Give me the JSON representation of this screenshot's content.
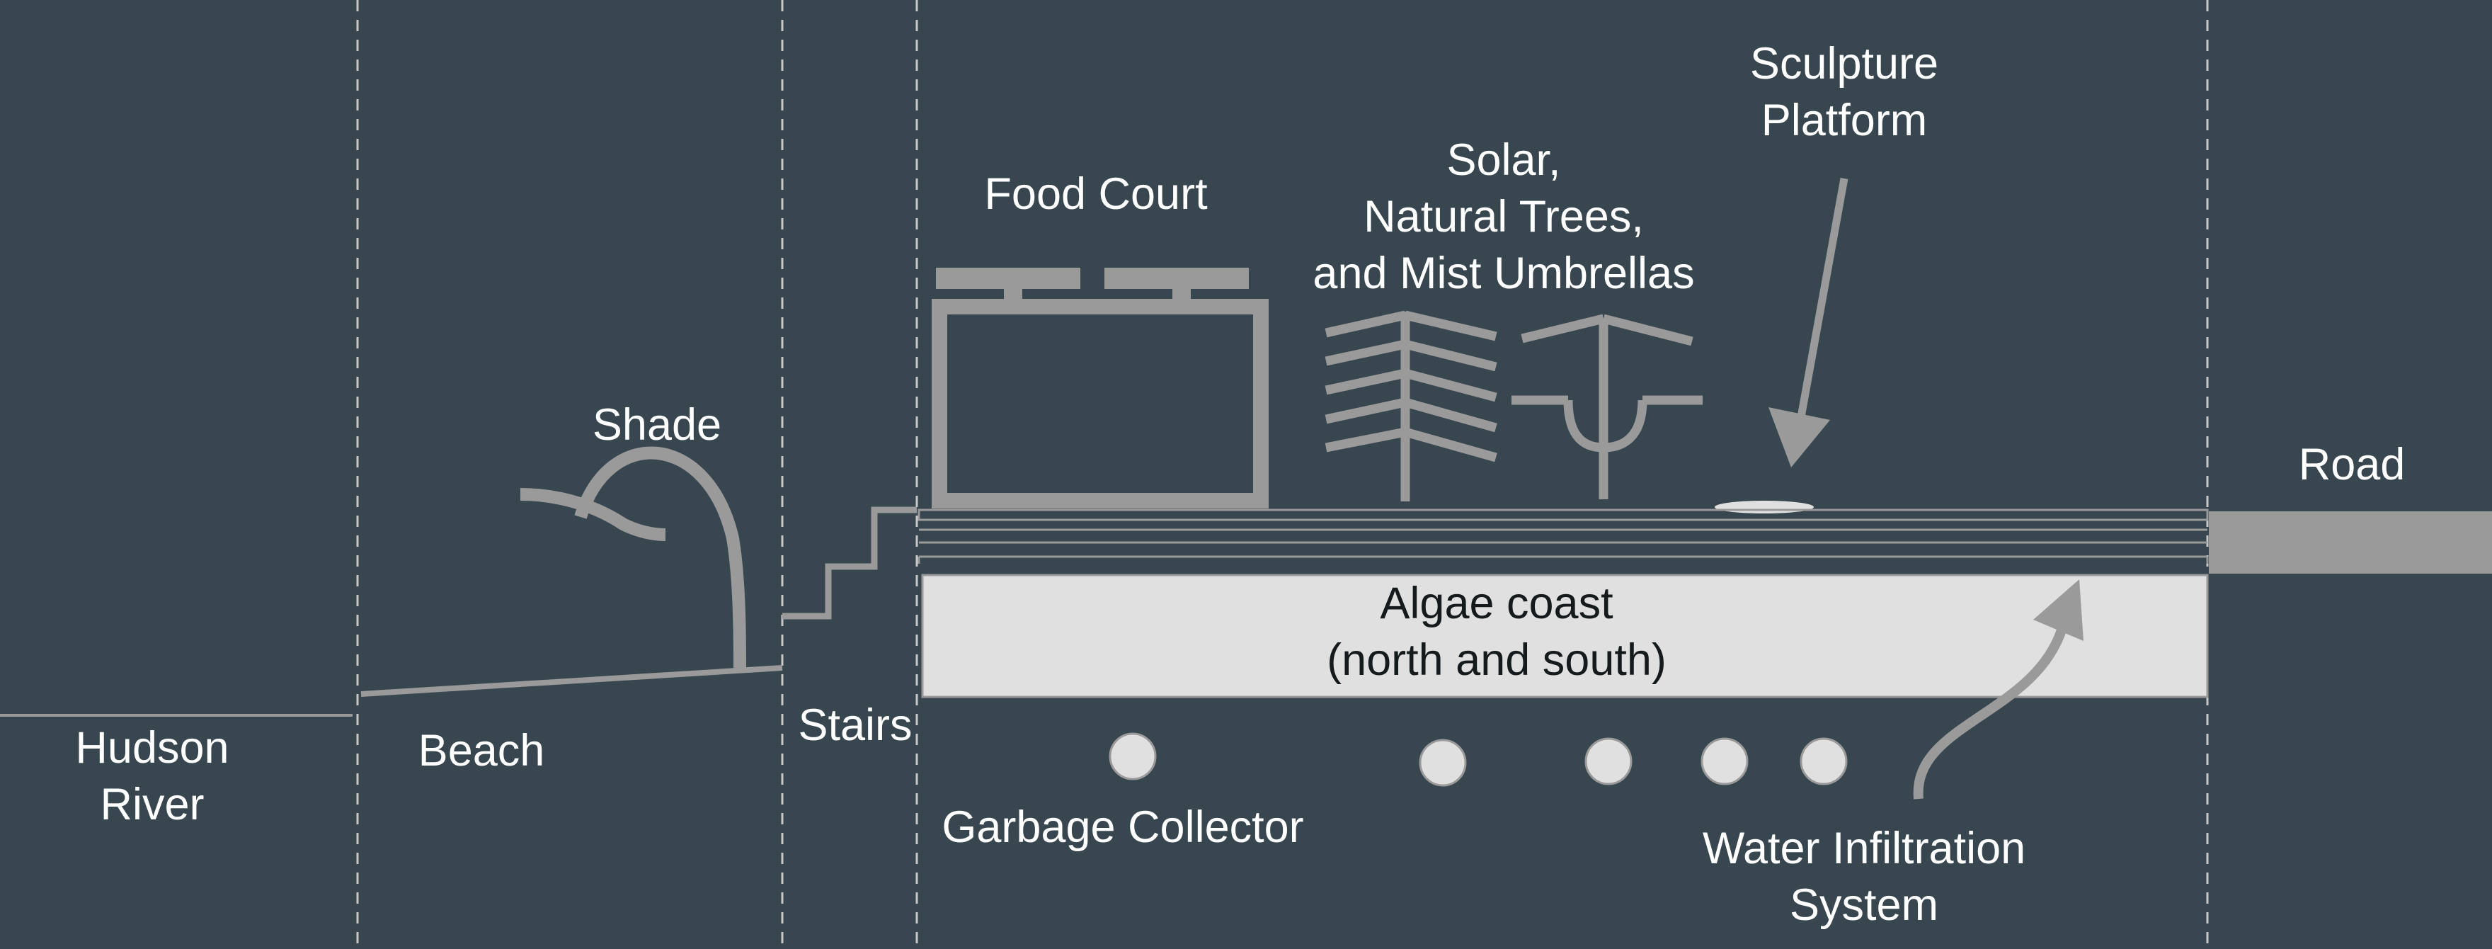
{
  "zones": {
    "river": "Hudson\nRiver",
    "beach": "Beach",
    "stairs": "Stairs",
    "road": "Road"
  },
  "features": {
    "shade": "Shade",
    "food_court": "Food Court",
    "solar_trees": "Solar,\nNatural Trees,\nand Mist Umbrellas",
    "sculpture": "Sculpture\nPlatform",
    "algae": "Algae coast\n(north and south)",
    "garbage": "Garbage Collector",
    "water": "Water Infiltration\nSystem"
  },
  "colors": {
    "background": "#37464f",
    "structure": "#9a9a9a",
    "algae_fill": "#e0e0e0",
    "dot_fill": "#e0e0e0",
    "divider": "#c8c8c8"
  }
}
